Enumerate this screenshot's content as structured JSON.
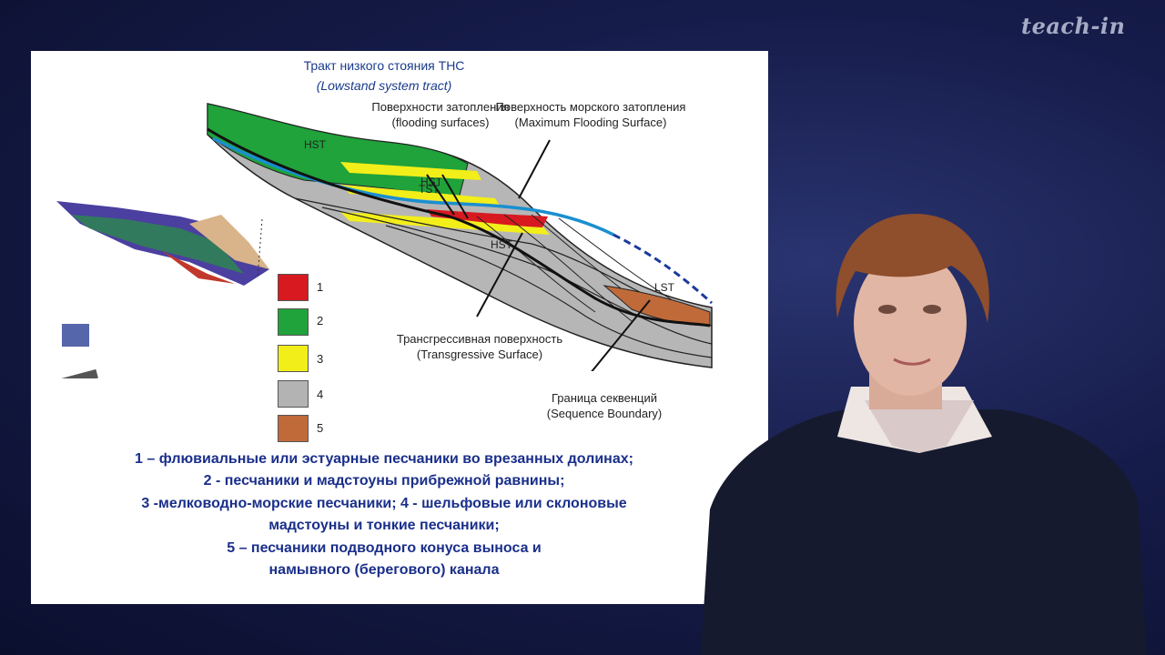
{
  "brand": "teach-in",
  "slide": {
    "title_line1": "Тракт низкого стояния ТНС",
    "title_line2": "(Lowstand system tract)",
    "labels": {
      "flooding_ru": "Поверхности затопления",
      "flooding_en": "(flooding surfaces)",
      "mfs_ru": "Поверхность морского затопления",
      "mfs_en": "(Maximum Flooding Surface)",
      "ts_ru": "Трансгрессивная поверхность",
      "ts_en": "(Transgressive Surface)",
      "sb_ru": "Граница секвенций",
      "sb_en": "(Sequence Boundary)",
      "hst_top": "HST",
      "tst": "TST",
      "hst_bottom": "HST",
      "lst": "LST"
    },
    "legend": [
      {
        "num": "1",
        "color": "#d81920"
      },
      {
        "num": "2",
        "color": "#1fa33a"
      },
      {
        "num": "3",
        "color": "#f2ee1a"
      },
      {
        "num": "4",
        "color": "#b3b3b3"
      },
      {
        "num": "5",
        "color": "#c06a3a"
      }
    ],
    "caption": [
      "1 – флювиальные или эстуарные песчаники во врезанных долинах;",
      "2 - песчаники и мадстоуны прибрежной равнины;",
      "3 -мелководно-морские песчаники; 4 - шельфовые или склоновые",
      "мадстоуны и тонкие песчаники;",
      "5 – песчаники подводного конуса выноса и",
      "намывного (берегового) канала"
    ]
  }
}
